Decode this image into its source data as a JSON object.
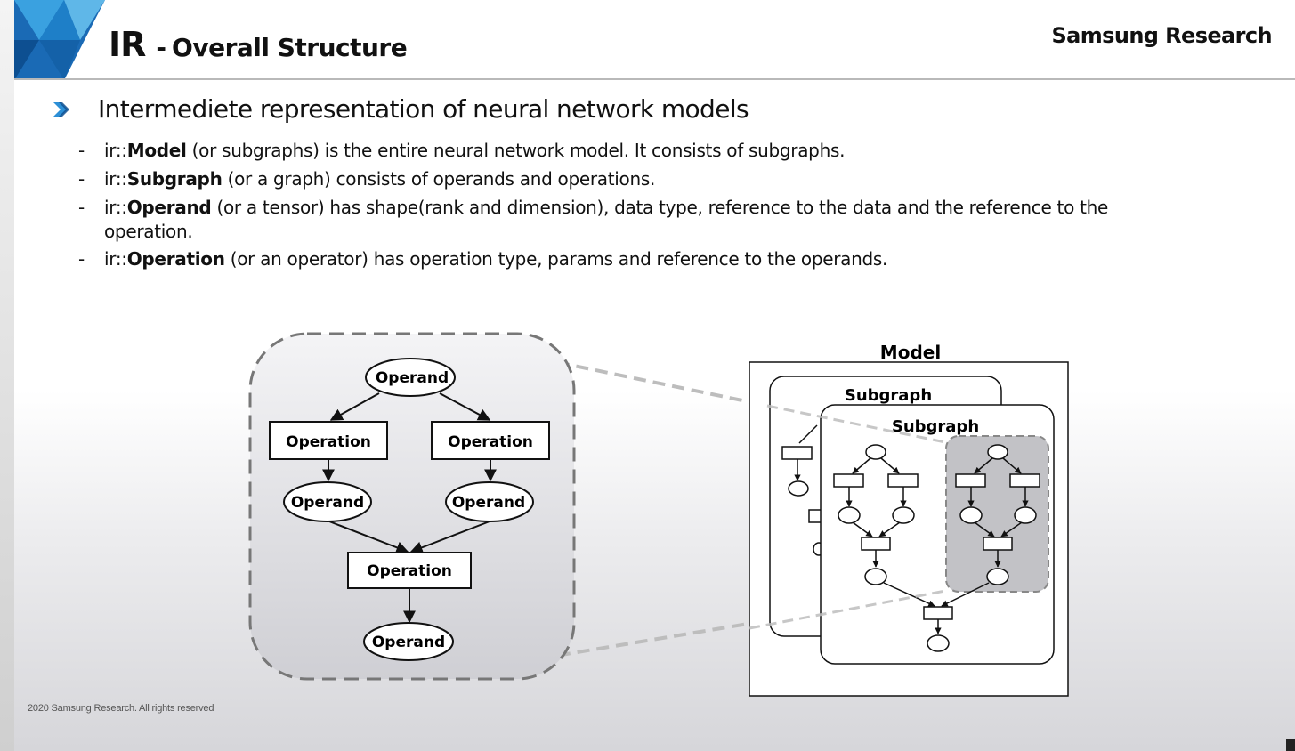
{
  "header": {
    "title_main": "IR",
    "title_dash": "-",
    "title_rest": "Overall Structure",
    "brand": "Samsung Research",
    "logo_colors": [
      "#1a6ab5",
      "#2c8fd6",
      "#5fb7e8",
      "#0d4f91"
    ]
  },
  "content": {
    "bullet": "Intermediete representation of neural network models",
    "items": [
      {
        "dash": "-",
        "prefix": "ir::",
        "bold": "Model",
        "rest": " (or subgraphs) is the entire neural network model. It consists of subgraphs."
      },
      {
        "dash": "-",
        "prefix": "ir::",
        "bold": "Subgraph",
        "rest": " (or a graph) consists of operands and operations."
      },
      {
        "dash": "-",
        "prefix": "ir::",
        "bold": "Operand",
        "rest": " (or a tensor) has shape(rank and dimension), data type, reference to the data and the reference to the operation."
      },
      {
        "dash": "-",
        "prefix": "ir::",
        "bold": "Operation",
        "rest": " (or an operator) has operation type, params and reference to the operands."
      }
    ]
  },
  "diagram": {
    "detail": {
      "top_operand": "Operand",
      "left_operation": "Operation",
      "right_operation": "Operation",
      "left_operand": "Operand",
      "right_operand": "Operand",
      "merge_operation": "Operation",
      "bottom_operand": "Operand"
    },
    "model_label": "Model",
    "subgraph_back_label": "Subgraph",
    "subgraph_front_label": "Subgraph"
  },
  "footer": "2020 Samsung Research. All rights reserved"
}
